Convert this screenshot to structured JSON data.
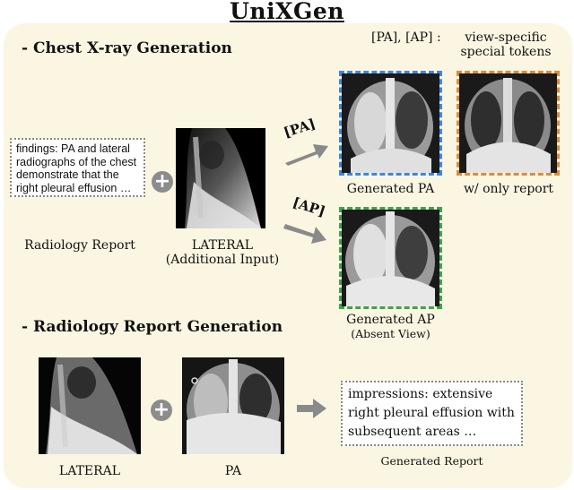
{
  "title": "UniXGen",
  "legend": {
    "tokens_prefix": "[PA], [AP] :",
    "tokens_desc_line1": "view-specific",
    "tokens_desc_line2": "special tokens"
  },
  "sections": {
    "cxr_generation": "- Chest X-ray Generation",
    "report_generation": "- Radiology Report Generation"
  },
  "input_report": {
    "text": "findings: PA and lateral radiographs of the chest demonstrate that the right pleural effusion …",
    "caption": "Radiology Report"
  },
  "lateral_input": {
    "caption_line1": "LATERAL",
    "caption_line2": "(Additional Input)"
  },
  "arrow_tokens": {
    "pa": "[PA]",
    "ap": "[AP]"
  },
  "outputs": {
    "generated_pa": "Generated PA",
    "report_only": "w/ only report",
    "generated_ap_line1": "Generated AP",
    "generated_ap_line2": "(Absent View)"
  },
  "report_gen": {
    "lateral_caption": "LATERAL",
    "pa_caption": "PA",
    "output_text": "impressions: extensive right pleural effusion with subsequent areas …",
    "output_caption": "Generated Report"
  },
  "colors": {
    "pa_frame": "#3a86e8",
    "report_only_frame": "#e08a35",
    "ap_frame": "#3aa64a",
    "arrow": "#8a8a8a",
    "panel": "#fbf6e2"
  }
}
